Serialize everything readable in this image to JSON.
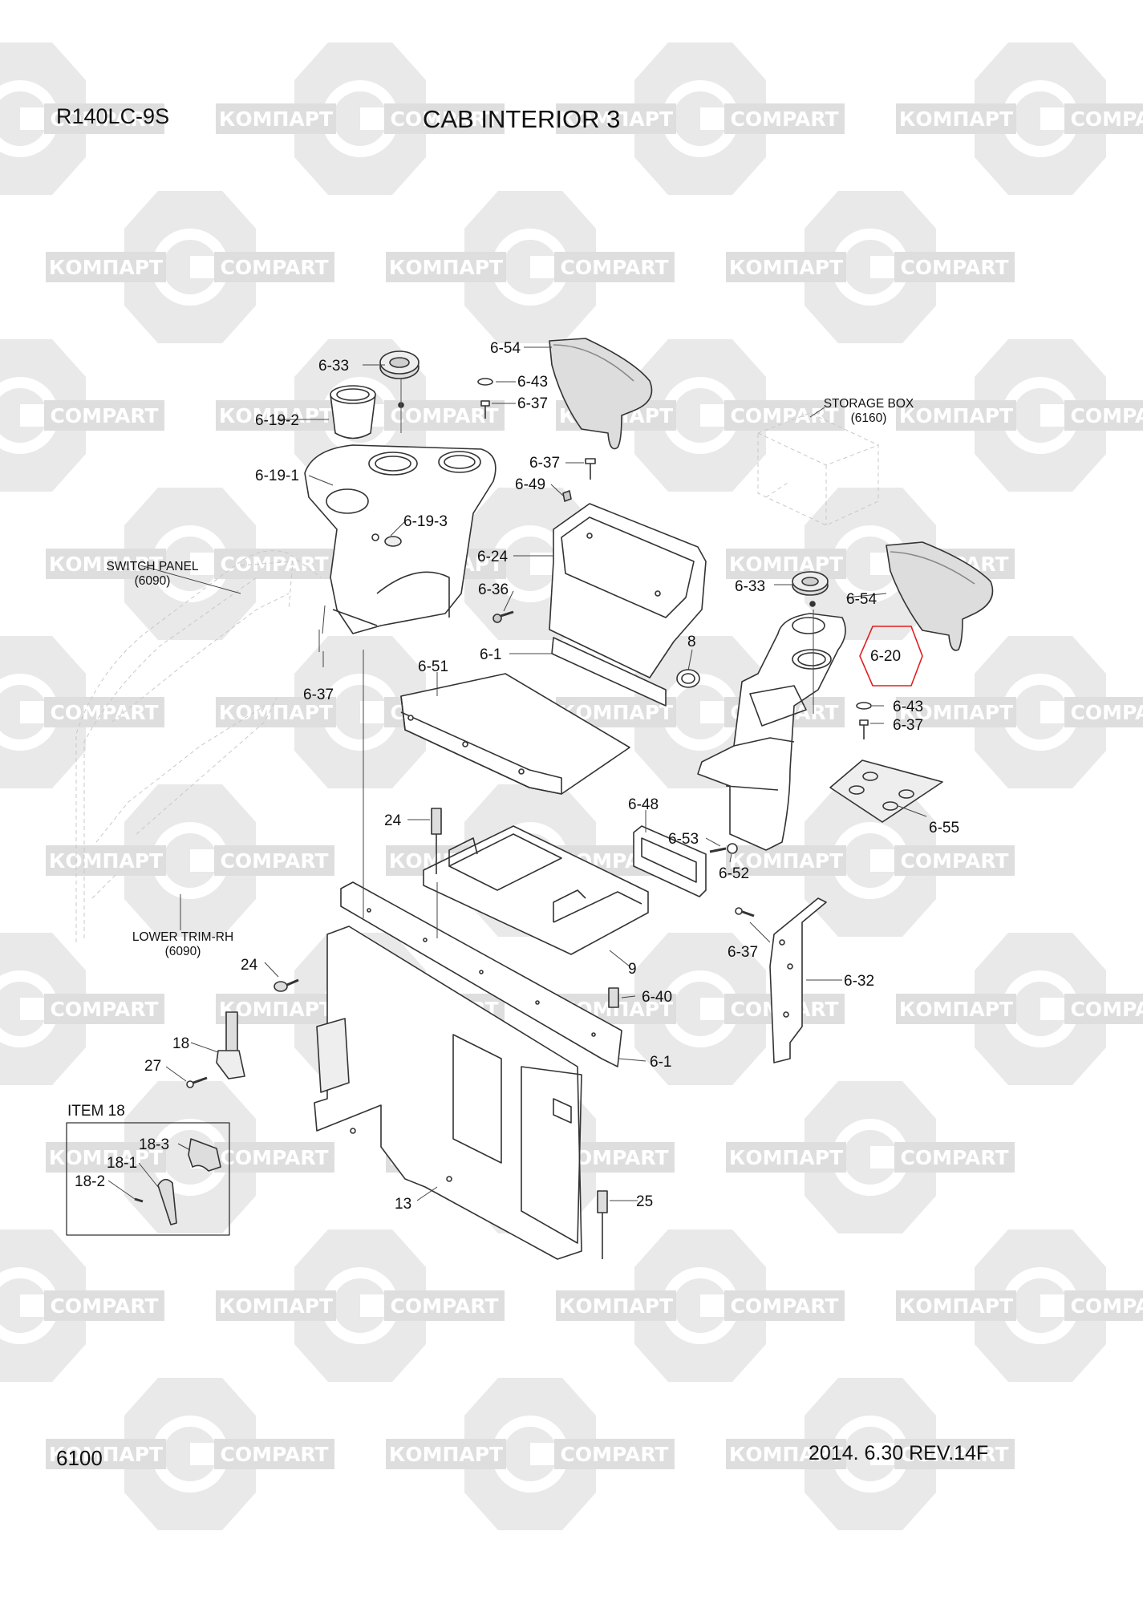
{
  "header": {
    "model": "R140LC-9S",
    "title": "CAB INTERIOR 3"
  },
  "footer": {
    "sheet_number": "6100",
    "date_revision": "2014. 6.30  REV.14F"
  },
  "watermark": {
    "text_cyrillic": "КОМПАРТ",
    "text_latin": "COMPART"
  },
  "reference_labels": {
    "storage_box": "STORAGE BOX",
    "storage_box_ref": "(6160)",
    "switch_panel": "SWITCH PANEL",
    "switch_panel_ref": "(6090)",
    "lower_trim": "LOWER TRIM-RH",
    "lower_trim_ref": "(6090)"
  },
  "inset": {
    "title": "ITEM 18"
  },
  "highlight_color": "#e02020",
  "parts": [
    "6-54",
    "6-33",
    "6-43",
    "6-37",
    "6-19-2",
    "6-37",
    "6-49",
    "6-19-1",
    "6-19-3",
    "6-24",
    "6-36",
    "6-1",
    "6-33",
    "6-54",
    "8",
    "6-20",
    "6-43",
    "6-37",
    "6-37",
    "6-51",
    "6-48",
    "6-53",
    "6-52",
    "6-55",
    "24",
    "6-37",
    "9",
    "6-32",
    "24",
    "6-40",
    "18",
    "27",
    "6-1",
    "25",
    "13",
    "18-3",
    "18-1",
    "18-2"
  ]
}
